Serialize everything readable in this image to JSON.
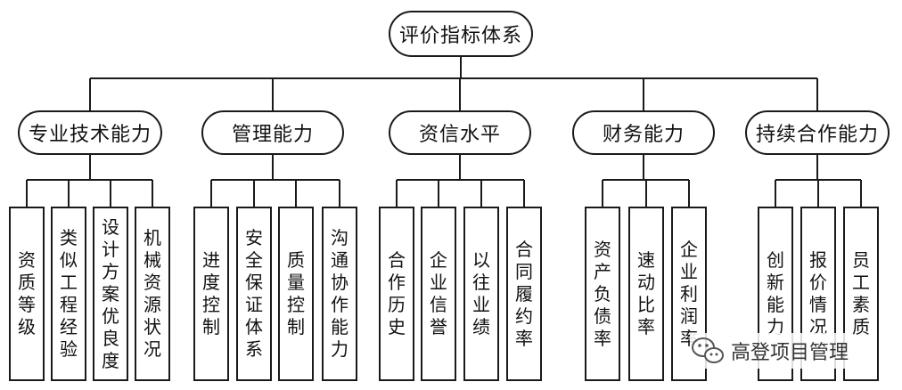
{
  "root": {
    "label": "评价指标体系"
  },
  "categories": [
    {
      "label": "专业技术能力",
      "leaves": [
        "资质等级",
        "类似工程经验",
        "设计方案优良度",
        "机械资源状况"
      ]
    },
    {
      "label": "管理能力",
      "leaves": [
        "进度控制",
        "安全保证体系",
        "质量控制",
        "沟通协作能力"
      ]
    },
    {
      "label": "资信水平",
      "leaves": [
        "合作历史",
        "企业信誉",
        "以往业绩",
        "合同履约率"
      ]
    },
    {
      "label": "财务能力",
      "leaves": [
        "资产负债率",
        "速动比率",
        "企业利润率"
      ]
    },
    {
      "label": "持续合作能力",
      "leaves": [
        "创新能力",
        "报价情况",
        "员工素质"
      ]
    }
  ],
  "watermark": {
    "text": "高登项目管理",
    "icon": "wechat-icon"
  }
}
